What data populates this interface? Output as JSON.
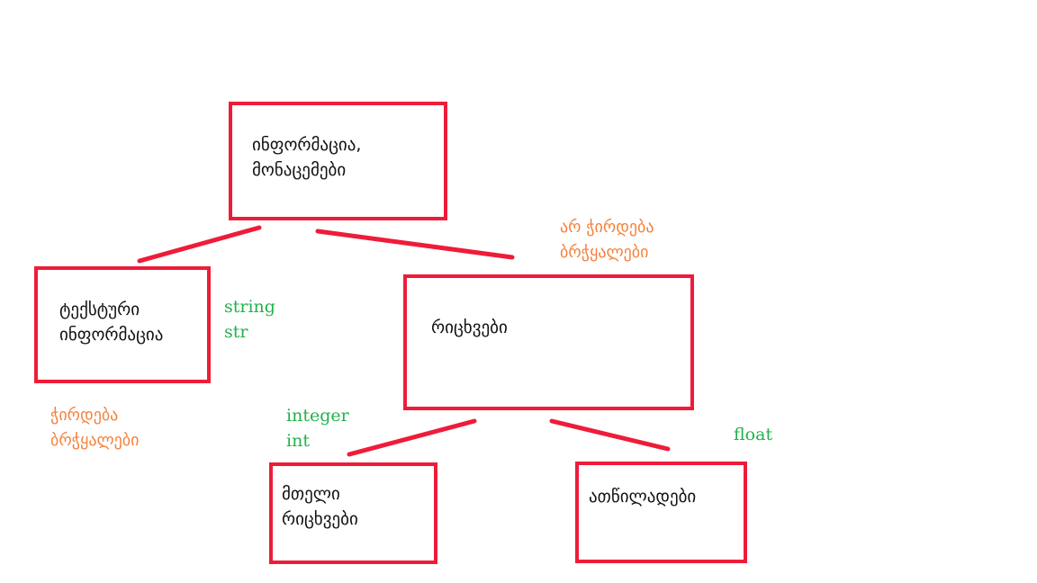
{
  "colors": {
    "box_border": "#ee1c3a",
    "connector": "#ee1c3a",
    "note_orange": "#f5813c",
    "note_green": "#22b14c",
    "text": "#111111"
  },
  "nodes": {
    "root": {
      "lines": [
        "ინფორმაცია,",
        "მონაცემები"
      ]
    },
    "text_info": {
      "lines": [
        "ტექსტური",
        "ინფორმაცია"
      ]
    },
    "numbers": {
      "lines": [
        "რიცხვები"
      ]
    },
    "integers": {
      "lines": [
        "მთელი",
        "რიცხვები"
      ]
    },
    "floats": {
      "lines": [
        "ათწილადები"
      ]
    }
  },
  "annotations": {
    "no_quotes": [
      "არ ჭირდება",
      "ბრჭყალები"
    ],
    "string_type": [
      "string",
      "str"
    ],
    "needs_quotes": [
      "ჭირდება",
      "ბრჭყალები"
    ],
    "integer_type": [
      "integer",
      "int"
    ],
    "float_type": [
      "float"
    ]
  }
}
